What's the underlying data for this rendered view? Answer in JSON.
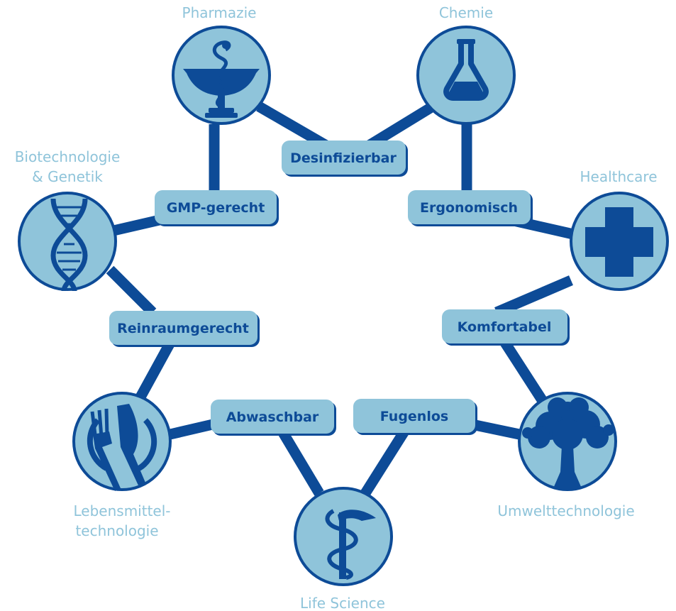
{
  "diagram": {
    "nodes": {
      "pharmazie": "Pharmazie",
      "chemie": "Chemie",
      "biotech_line1": "Biotechnologie",
      "biotech_line2": "& Genetik",
      "healthcare": "Healthcare",
      "lebensmittel_line1": "Lebensmittel-",
      "lebensmittel_line2": "technologie",
      "umwelt": "Umwelttechnologie",
      "lifescience": "Life Science"
    },
    "properties": {
      "desinfizierbar": "Desinfizierbar",
      "gmp": "GMP-gerecht",
      "ergonomisch": "Ergonomisch",
      "reinraum": "Reinraumgerecht",
      "komfortabel": "Komfortabel",
      "abwaschbar": "Abwaschbar",
      "fugenlos": "Fugenlos"
    },
    "icons": {
      "pharmazie": "bowl-of-hygieia-icon",
      "chemie": "flask-icon",
      "biotech": "dna-icon",
      "healthcare": "cross-icon",
      "lebensmittel": "fork-knife-plate-icon",
      "umwelt": "tree-icon",
      "lifescience": "caduceus-icon"
    },
    "colors": {
      "dark_blue": "#0d4b97",
      "light_blue": "#8fc4da"
    }
  }
}
